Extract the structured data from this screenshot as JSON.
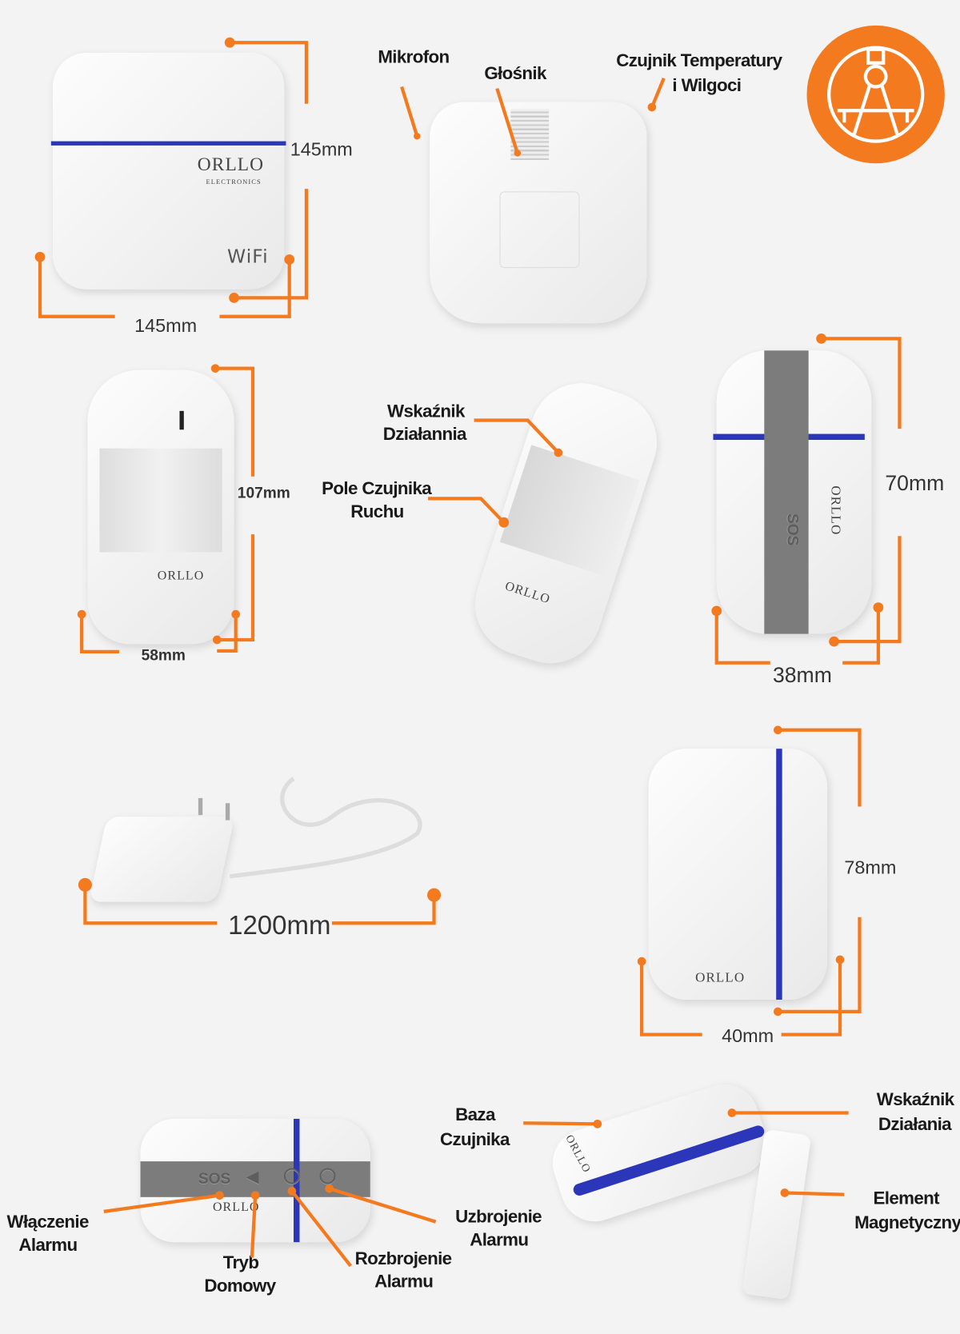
{
  "colors": {
    "accent": "#f47a1f",
    "band": "#7b7c7b",
    "stripe": "#2c36b8",
    "background": "#f3f3f3"
  },
  "hub": {
    "height_label": "145mm",
    "width_label": "145mm",
    "brand": "ORLLO",
    "brand_sub": "ELECTRONICS",
    "wifi_mark": "WiFi"
  },
  "hub_back": {
    "microphone": "Mikrofon",
    "speaker": "Głośnik",
    "temp_line1": "Czujnik Temperatury",
    "temp_line2": "i Wilgoci"
  },
  "badge": {
    "icon": "compass-drafting-icon"
  },
  "pir": {
    "height_label": "107mm",
    "width_label": "58mm",
    "brand": "ORLLO"
  },
  "pir_side": {
    "indicator_line1": "Wskaźnik",
    "indicator_line2": "Działannia",
    "field_line1": "Pole Czujnika",
    "field_line2": "Ruchu",
    "brand": "ORLLO"
  },
  "remote": {
    "height_label": "70mm",
    "width_label": "38mm",
    "brand": "ORLLO",
    "sos": "SOS"
  },
  "charger": {
    "cable_label": "1200mm"
  },
  "door": {
    "height_label": "78mm",
    "width_label": "40mm",
    "brand": "ORLLO"
  },
  "remote_buttons": {
    "sos": "SOS",
    "brand": "ORLLO",
    "alarm_on_1": "Włączenie",
    "alarm_on_2": "Alarmu",
    "home_1": "Tryb",
    "home_2": "Domowy",
    "disarm_1": "Rozbrojenie",
    "disarm_2": "Alarmu",
    "arm_1": "Uzbrojenie",
    "arm_2": "Alarmu"
  },
  "door_side": {
    "base_1": "Baza",
    "base_2": "Czujnika",
    "indicator_1": "Wskaźnik",
    "indicator_2": "Działania",
    "magnet_1": "Element",
    "magnet_2": "Magnetyczny",
    "brand": "ORLLO"
  }
}
